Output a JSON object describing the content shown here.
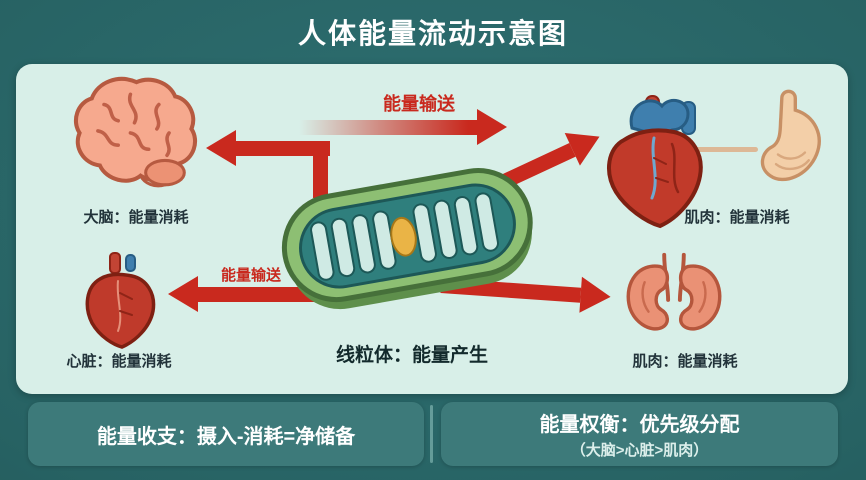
{
  "title": "人体能量流动示意图",
  "diagram": {
    "flow_label_top": "能量输送",
    "flow_label_left": "能量输送",
    "brain_label": "大脑：能量消耗",
    "muscle_top_label": "肌肉：能量消耗",
    "heart_label": "心脏：能量消耗",
    "muscle_bottom_label": "肌肉：能量消耗",
    "mitochondria_label": "线粒体：能量产生"
  },
  "footer": {
    "energy_budget": "能量收支：摄入-消耗=净储备",
    "energy_priority_title": "能量权衡：优先级分配",
    "energy_priority_detail": "（大脑>心脏>肌肉）"
  },
  "colors": {
    "background": "#276263",
    "panel": "#d8efe8",
    "accent_red": "#c9291e",
    "footer_panel": "#3d7a7a",
    "mitochondria_green": "#8dbf73",
    "mitochondria_teal": "#2f7f7d"
  }
}
